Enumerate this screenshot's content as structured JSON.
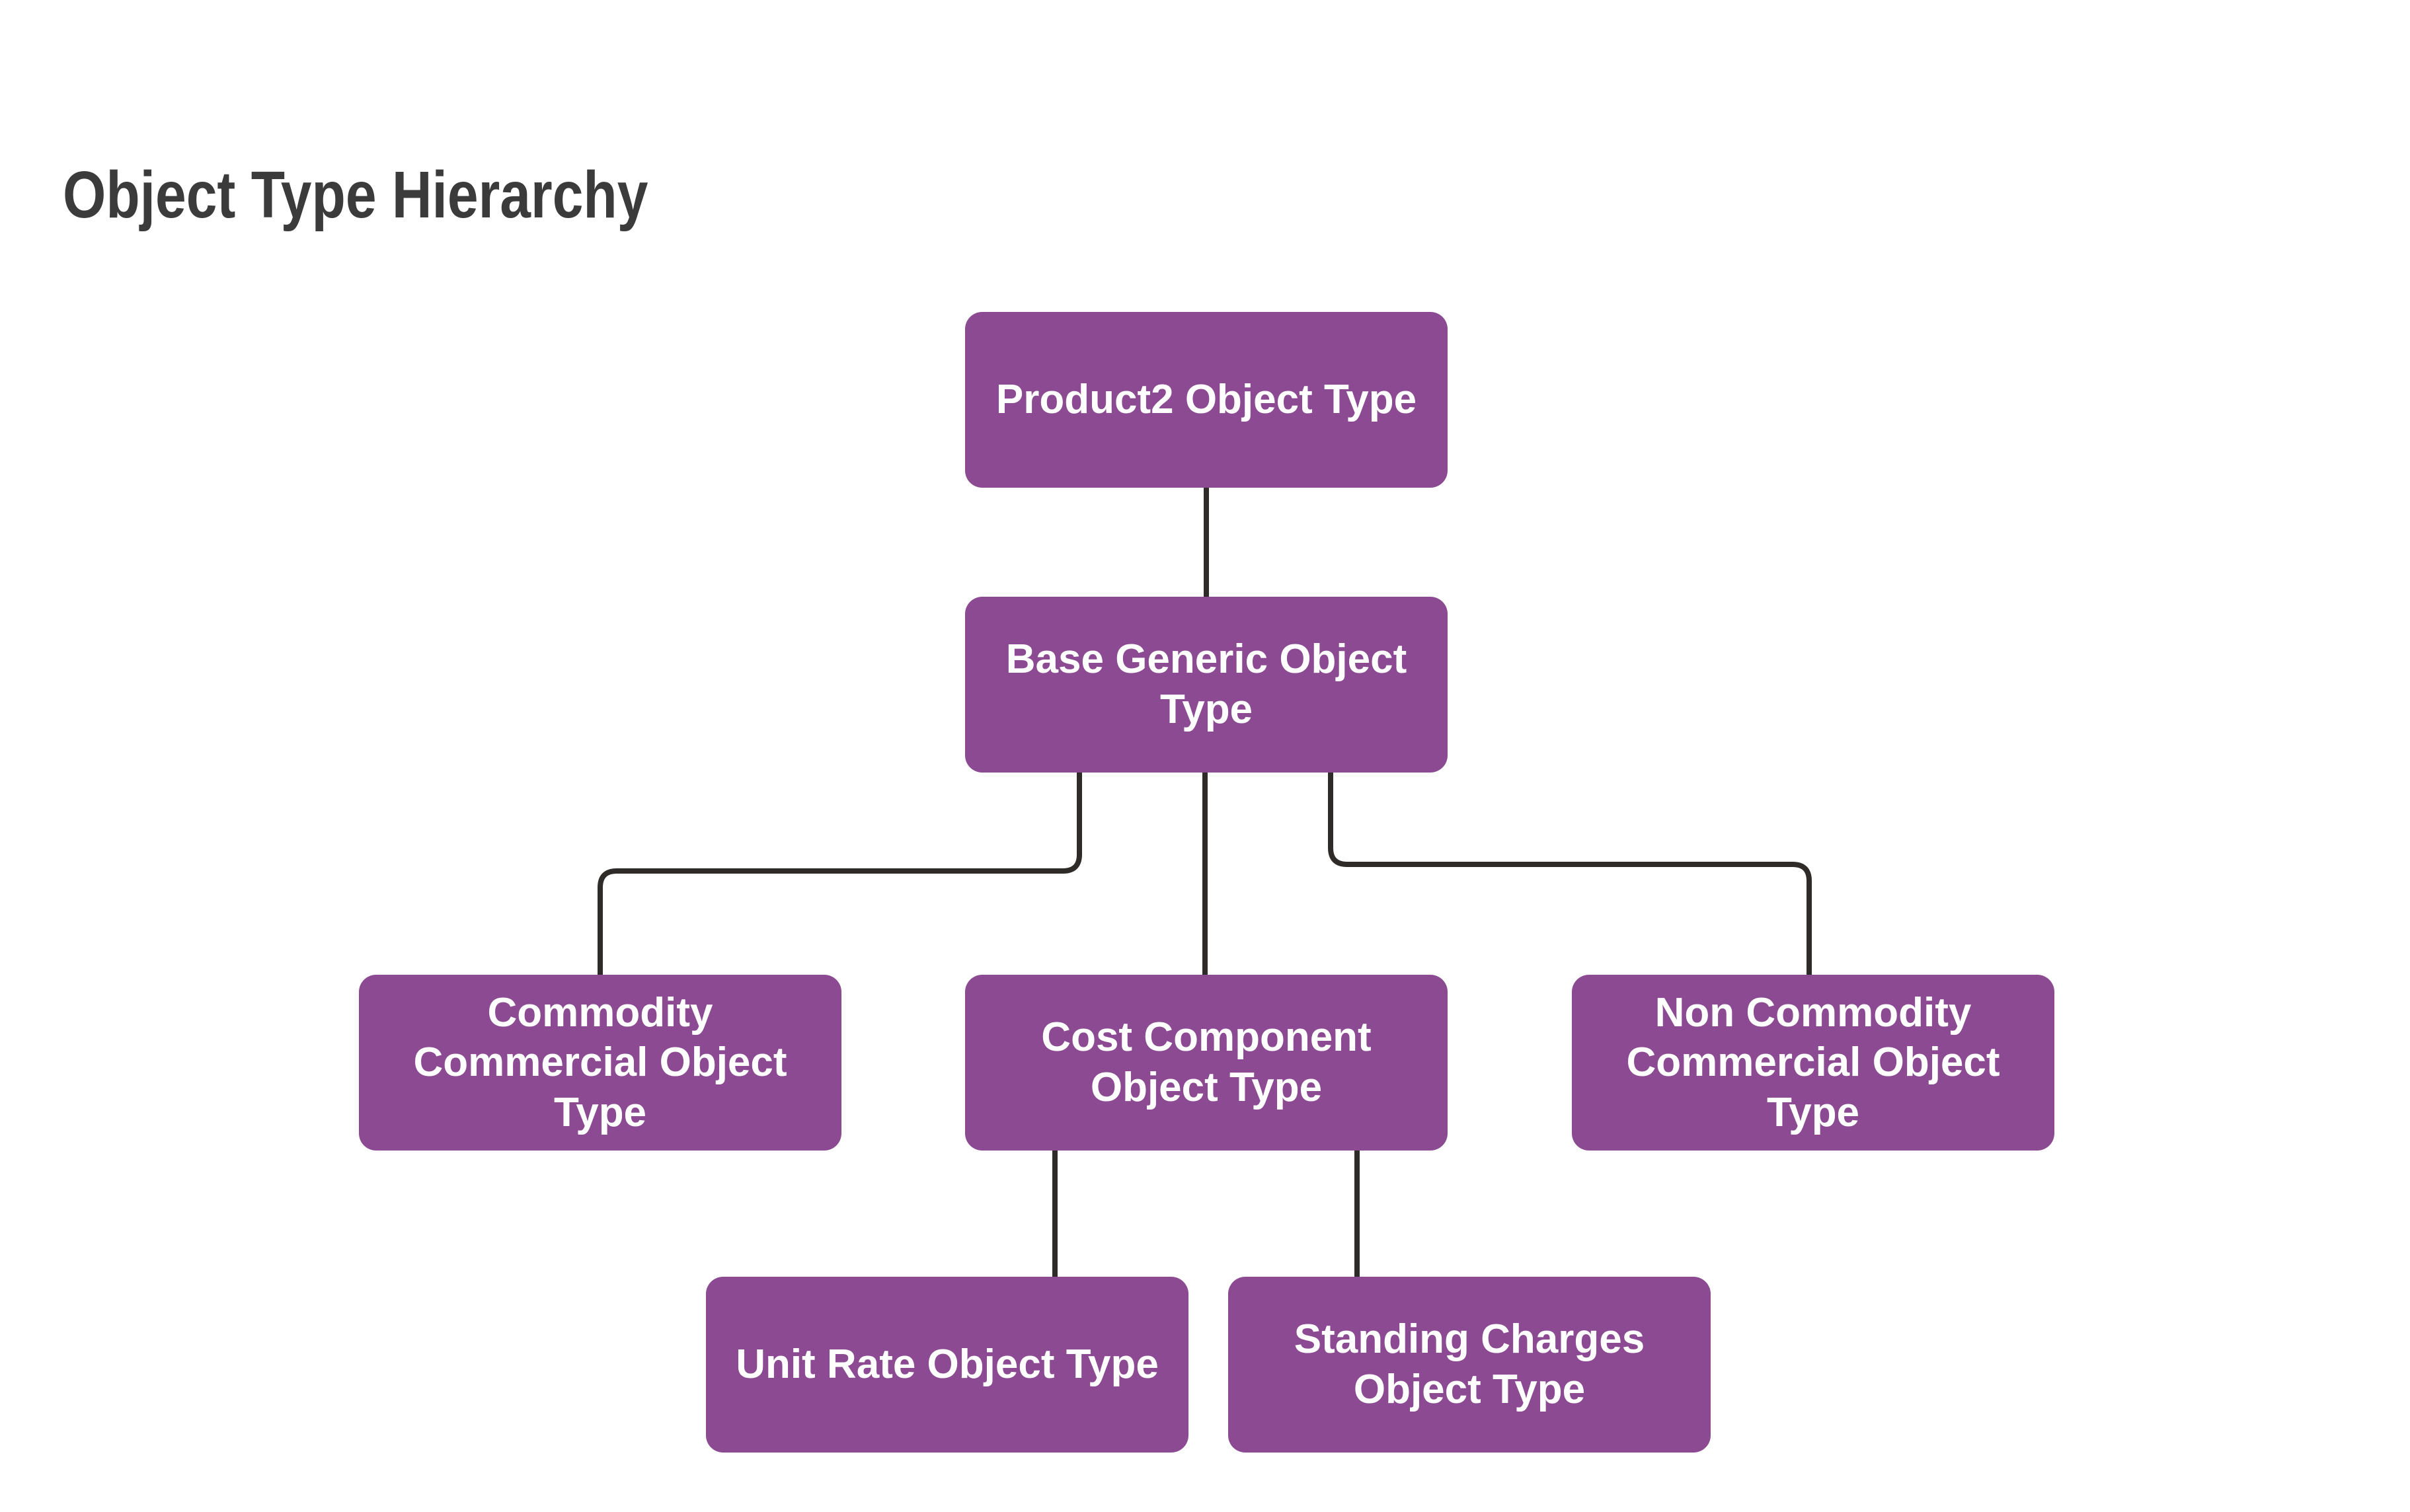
{
  "title": "Object Type Hierarchy",
  "nodes": {
    "product2": {
      "label": "Product2 Object Type"
    },
    "base_generic": {
      "label": "Base Generic Object Type"
    },
    "commodity": {
      "label": "Commodity Commercial Object Type"
    },
    "cost_component": {
      "label": "Cost Component Object Type"
    },
    "non_commodity": {
      "label": "Non Commodity Commercial Object Type"
    },
    "unit_rate": {
      "label": "Unit Rate Object Type"
    },
    "standing_charges": {
      "label": "Standing Charges Object Type"
    }
  },
  "edges": [
    {
      "from": "Product2 Object Type",
      "to": "Base Generic Object Type"
    },
    {
      "from": "Base Generic Object Type",
      "to": "Commodity Commercial Object Type"
    },
    {
      "from": "Base Generic Object Type",
      "to": "Cost Component Object Type"
    },
    {
      "from": "Base Generic Object Type",
      "to": "Non Commodity Commercial Object Type"
    },
    {
      "from": "Cost Component Object Type",
      "to": "Unit Rate Object Type"
    },
    {
      "from": "Cost Component Object Type",
      "to": "Standing Charges Object Type"
    }
  ],
  "colors": {
    "background": "#ffffff",
    "node_fill": "#8b4a92",
    "node_text": "#ffffff",
    "connector": "#2e2b29",
    "title_color": "#3b3b3b"
  }
}
